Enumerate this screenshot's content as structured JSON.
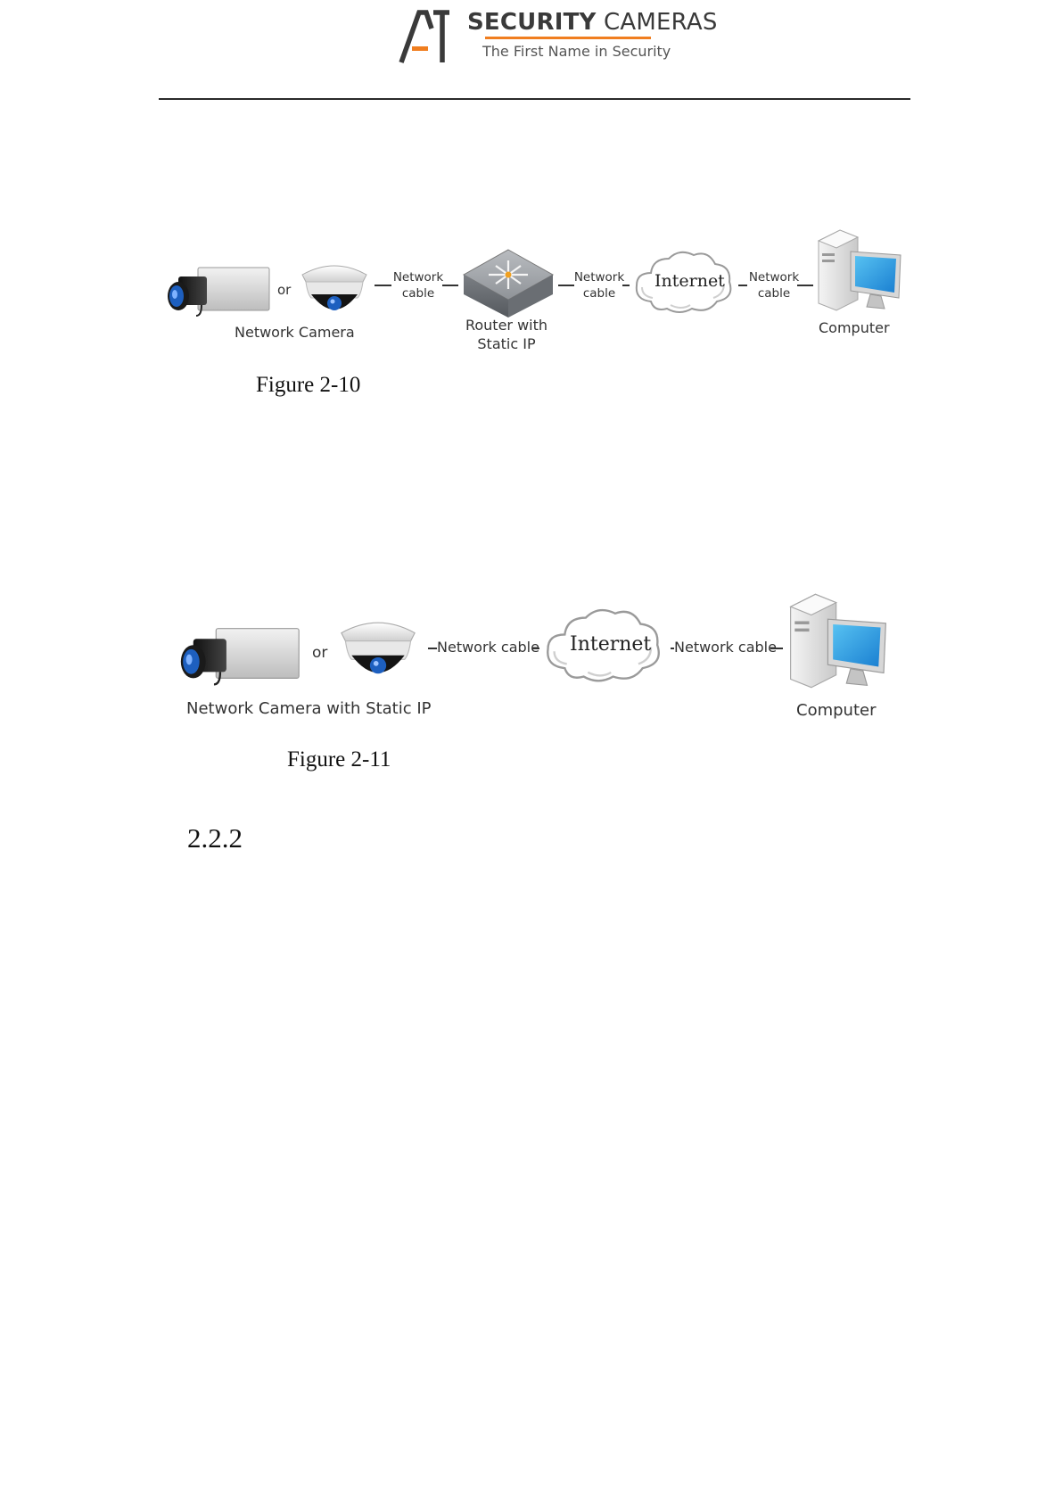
{
  "header": {
    "logo_mark": "A1",
    "brand_bold": "SECURITY",
    "brand_light": "CAMERAS",
    "tagline": "The First Name in Security",
    "accent_color": "#f07e1f"
  },
  "figure1": {
    "camera_or": "or",
    "camera_label": "Network Camera",
    "cable1_line1": "Network",
    "cable1_line2": "cable",
    "router_line1": "Router with",
    "router_line2": "Static IP",
    "cable2_line1": "Network",
    "cable2_line2": "cable",
    "internet_label": "Internet",
    "cable3_line1": "Network",
    "cable3_line2": "cable",
    "computer_label": "Computer",
    "caption": "Figure 2-10"
  },
  "figure2": {
    "camera_or": "or",
    "camera_label": "Network Camera with Static IP",
    "cable1": "Network cable",
    "internet_label": "Internet",
    "cable2": "Network cable",
    "computer_label": "Computer",
    "caption": "Figure 2-11"
  },
  "section": {
    "number": "2.2.2"
  }
}
